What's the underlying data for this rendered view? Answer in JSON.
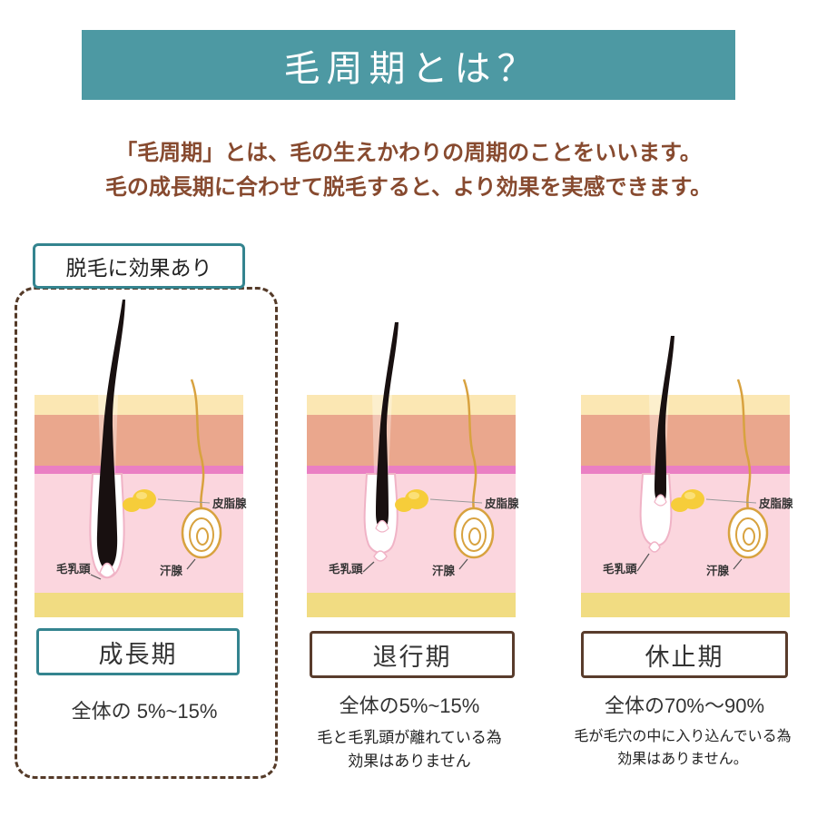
{
  "header": {
    "title": "毛周期とは？"
  },
  "intro": {
    "line1": "「毛周期」とは、毛の生えかわりの周期のことをいいます。",
    "line2": "毛の成長期に合わせて脱毛すると、より効果を実感できます。"
  },
  "highlight_badge": {
    "label": "脱毛に効果あり"
  },
  "diagram_labels": {
    "sebaceous": "皮脂腺",
    "papilla": "毛乳頭",
    "sweat": "汗腺"
  },
  "panels": [
    {
      "phase": "成長期",
      "percent": "全体の 5%~15%"
    },
    {
      "phase": "退行期",
      "percent": "全体の5%~15%",
      "note_line1": "毛と毛乳頭が離れている為",
      "note_line2": "効果はありません"
    },
    {
      "phase": "休止期",
      "percent": "全体の70%～90%",
      "note_line1": "毛が毛穴の中に入り込んでいる為",
      "note_line2": "効果はありません。"
    }
  ],
  "colors": {
    "header_bg": "#4d99a3",
    "teal_border": "#34848f",
    "brown_border": "#593c2c",
    "dashed_border": "#543a28",
    "intro_text": "#874a2f",
    "skin_surface": "#fbe7b3",
    "skin_epidermis": "#eaa78d",
    "skin_magenta_band": "#ea7fc3",
    "skin_dermis": "#fbd6de",
    "skin_subcutis": "#f1dc82",
    "hair": "#181010",
    "sebaceous_gold": "#f6cd3a",
    "sweat_gland_tan": "#d8a23f",
    "follicle_stroke": "#f0b3c6"
  }
}
